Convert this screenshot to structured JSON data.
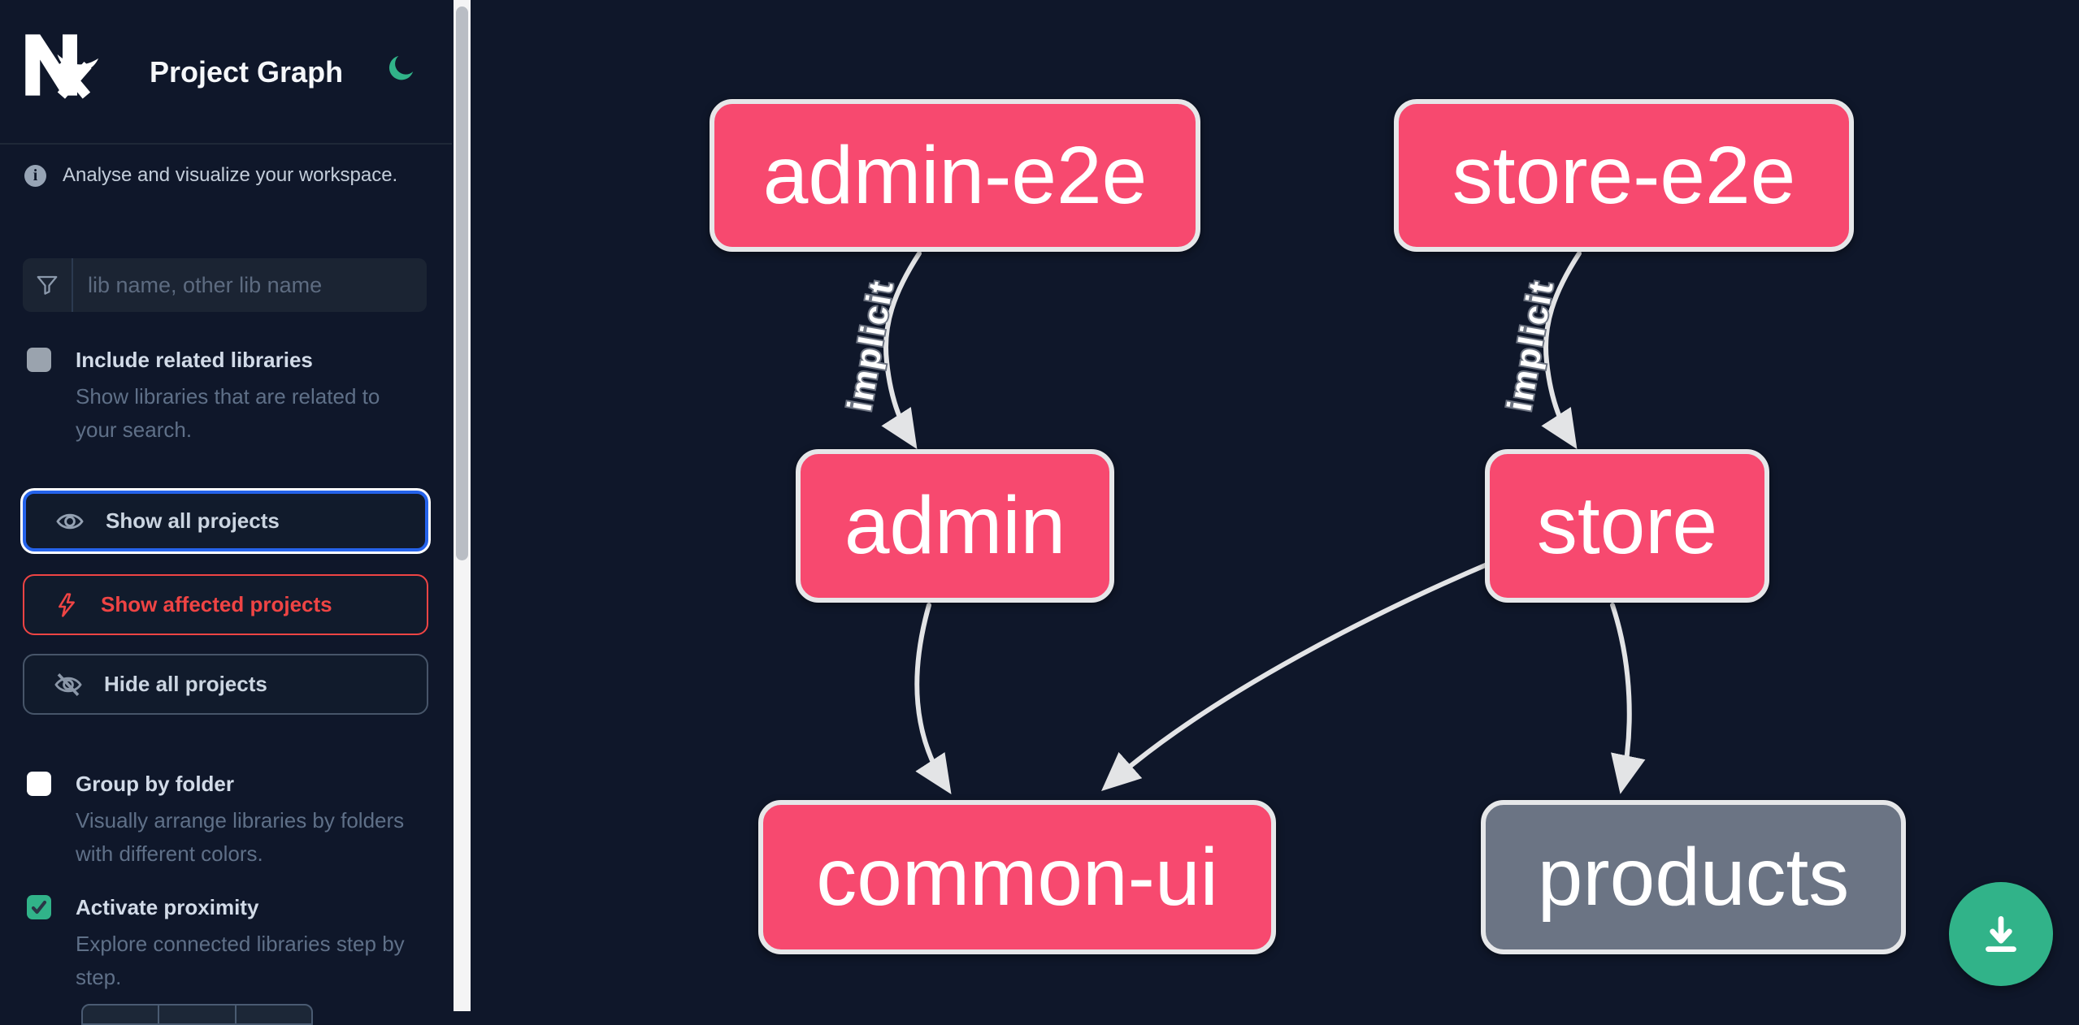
{
  "header": {
    "app_name": "Nx",
    "title": "Project Graph"
  },
  "sidebar": {
    "tagline": "Analyse and visualize your workspace.",
    "search_placeholder": "lib name, other lib name",
    "include_related": {
      "label": "Include related libraries",
      "description": "Show libraries that are related to your search.",
      "checked": false
    },
    "buttons": {
      "show_all": "Show all projects",
      "show_affected": "Show affected projects",
      "hide_all": "Hide all projects"
    },
    "group_by_folder": {
      "label": "Group by folder",
      "description": "Visually arrange libraries by folders with different colors.",
      "checked": false
    },
    "activate_proximity": {
      "label": "Activate proximity",
      "description": "Explore connected libraries step by step.",
      "checked": true
    }
  },
  "graph": {
    "nodes": [
      {
        "label": "admin-e2e",
        "kind": "highlighted"
      },
      {
        "label": "store-e2e",
        "kind": "highlighted"
      },
      {
        "label": "admin",
        "kind": "highlighted"
      },
      {
        "label": "store",
        "kind": "highlighted"
      },
      {
        "label": "common-ui",
        "kind": "highlighted"
      },
      {
        "label": "products",
        "kind": "muted"
      }
    ],
    "edges": [
      {
        "from": "admin-e2e",
        "to": "admin",
        "label": "implicit"
      },
      {
        "from": "store-e2e",
        "to": "store",
        "label": "implicit"
      },
      {
        "from": "admin",
        "to": "common-ui",
        "label": ""
      },
      {
        "from": "store",
        "to": "common-ui",
        "label": ""
      },
      {
        "from": "store",
        "to": "products",
        "label": ""
      }
    ]
  },
  "colors": {
    "background": "#0f172a",
    "accent_green": "#31b389",
    "node_pink": "#f7496f",
    "node_gray": "#6b7484",
    "focus_blue": "#2563eb",
    "affected_red": "#ef4444",
    "edge_gray": "#e3e4e6"
  }
}
